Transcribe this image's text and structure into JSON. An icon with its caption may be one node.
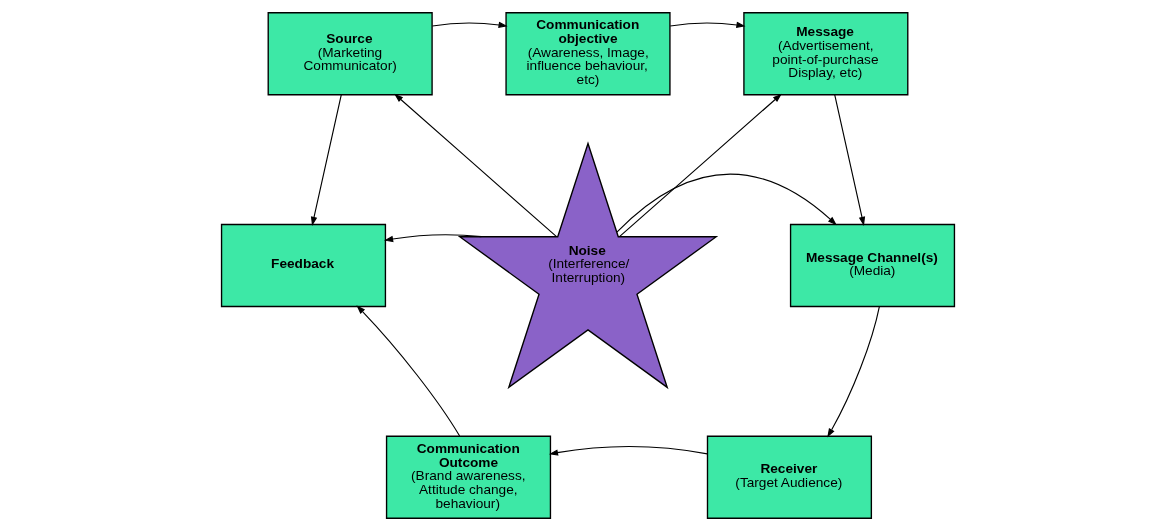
{
  "diagram": {
    "nodes": [
      {
        "text": [
          "Source",
          "(Marketing Communicator)"
        ]
      },
      {
        "text": [
          "Communication objective",
          "(Awareness, Image, influence behaviour, etc)"
        ]
      },
      {
        "text": [
          "Message",
          "(Advertisement, point-of-purchase Display, etc)"
        ]
      },
      {
        "text": [
          "Feedback"
        ]
      },
      {
        "text": [
          "Noise",
          "(Interference/ Interruption)"
        ]
      },
      {
        "text": [
          "Message Channel(s)",
          "(Media)"
        ]
      },
      {
        "text": [
          "Communication Outcome",
          "(Brand awareness, Attitude change, behaviour)"
        ]
      },
      {
        "text": [
          "Receiver",
          "(Target Audience)"
        ]
      }
    ],
    "edges": [
      {
        "from": 0,
        "to": 1,
        "arrow": "to"
      },
      {
        "from": 1,
        "to": 2,
        "arrow": "to"
      },
      {
        "from": 0,
        "to": 3,
        "arrow": "to"
      },
      {
        "from": 4,
        "to": 0,
        "arrow": "to"
      },
      {
        "from": 4,
        "to": 2,
        "arrow": "to"
      },
      {
        "from": 2,
        "to": 5,
        "arrow": "to"
      },
      {
        "from": 4,
        "to": 3,
        "arrow": "to"
      },
      {
        "from": 4,
        "to": 5,
        "arrow": "to"
      },
      {
        "from": 6,
        "to": 3,
        "arrow": "to"
      },
      {
        "from": 5,
        "to": 7,
        "arrow": "to"
      },
      {
        "from": 7,
        "to": 6,
        "arrow": "to"
      }
    ]
  }
}
